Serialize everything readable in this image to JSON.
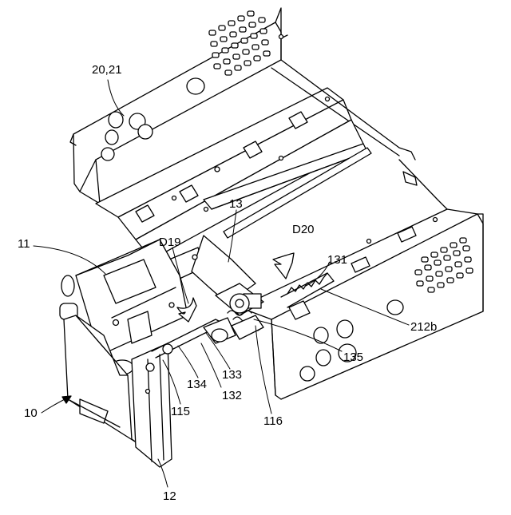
{
  "figure": {
    "labels": {
      "l_20_21": "20,21",
      "l_11": "11",
      "l_13": "13",
      "l_D19": "D19",
      "l_D20": "D20",
      "l_131": "131",
      "l_212b": "212b",
      "l_135": "135",
      "l_133": "133",
      "l_134": "134",
      "l_132": "132",
      "l_115": "115",
      "l_116": "116",
      "l_10": "10",
      "l_12": "12"
    }
  }
}
